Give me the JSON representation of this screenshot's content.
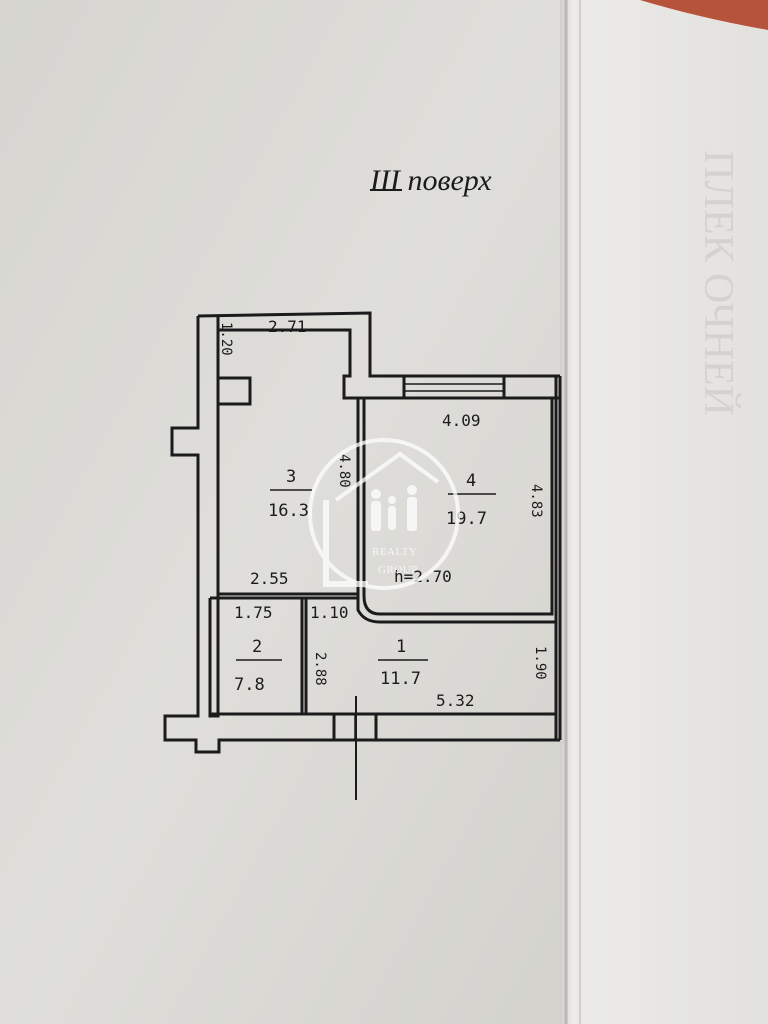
{
  "floor_label": "III поверх",
  "rooms": [
    {
      "number": "1",
      "area": "11.7"
    },
    {
      "number": "2",
      "area": "7.8"
    },
    {
      "number": "3",
      "area": "16.3"
    },
    {
      "number": "4",
      "area": "19.7"
    }
  ],
  "dimensions": {
    "top_balcony": "2.71",
    "balcony_side": "1.20",
    "room4_top": "4.09",
    "room4_right": "4.83",
    "room3_side": "4.80",
    "room3_bottom": "2.55",
    "ceiling_height": "h=2.70",
    "room2_top": "1.75",
    "room1_top_left": "1.10",
    "room1_left": "2.88",
    "room1_bottom": "5.32",
    "room1_right": "1.90"
  },
  "watermark": {
    "brand": "REALTY",
    "sub": "GROUP"
  },
  "colors": {
    "paper": "#dcdbd6",
    "ink": "#1b1b1b",
    "tab": "#e6e5e1",
    "watermark": "#ffffff"
  }
}
